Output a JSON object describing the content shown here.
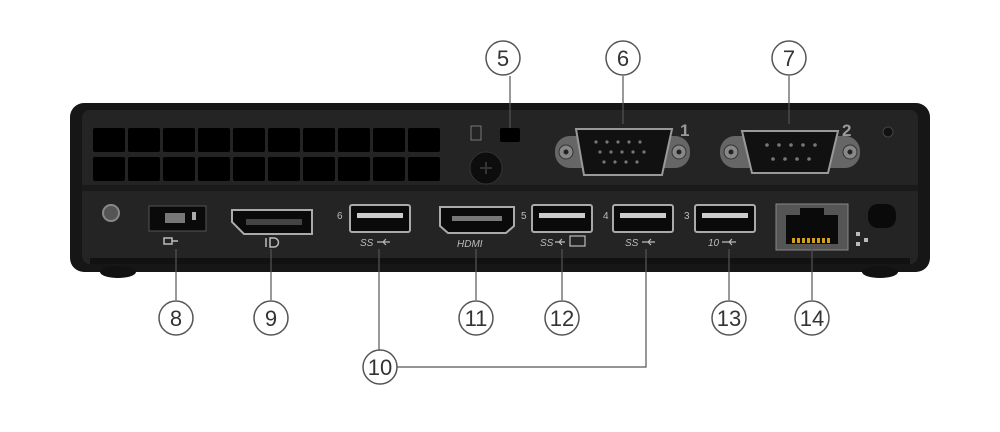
{
  "callouts": {
    "c5": "5",
    "c6": "6",
    "c7": "7",
    "c8": "8",
    "c9": "9",
    "c10": "10",
    "c11": "11",
    "c12": "12",
    "c13": "13",
    "c14": "14"
  },
  "port_numbers": {
    "p6": "6",
    "p5": "5",
    "p4": "4",
    "p3": "3"
  },
  "serial_labels": {
    "vga": "1",
    "com": "2"
  },
  "port_labels": {
    "ss": "SS",
    "ten": "10",
    "hdmi": "HDMI"
  },
  "colors": {
    "chassis": "#1f1f1f",
    "panel": "#2b2b2b",
    "callout_stroke": "#555555",
    "line": "#555555"
  }
}
